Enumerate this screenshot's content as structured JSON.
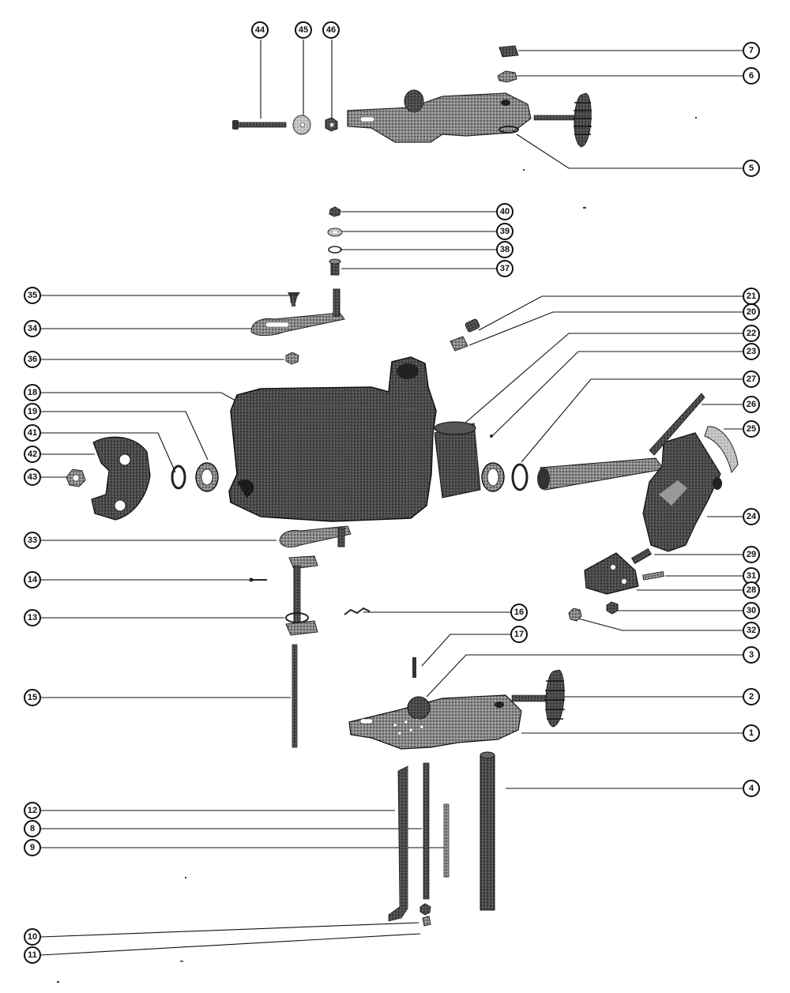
{
  "diagram": {
    "callout_numbers": [
      "44",
      "45",
      "46",
      "7",
      "6",
      "5",
      "40",
      "39",
      "38",
      "37",
      "35",
      "34",
      "36",
      "21",
      "20",
      "22",
      "23",
      "27",
      "26",
      "25",
      "18",
      "19",
      "41",
      "42",
      "43",
      "24",
      "33",
      "29",
      "14",
      "31",
      "28",
      "30",
      "13",
      "32",
      "16",
      "17",
      "3",
      "15",
      "2",
      "1",
      "4",
      "12",
      "8",
      "9",
      "10",
      "11"
    ]
  },
  "colors": {
    "ink": "#111111",
    "part_dark": "#333333",
    "part_mid": "#777777",
    "part_light": "#b3b3b3",
    "paper": "#ffffff"
  }
}
